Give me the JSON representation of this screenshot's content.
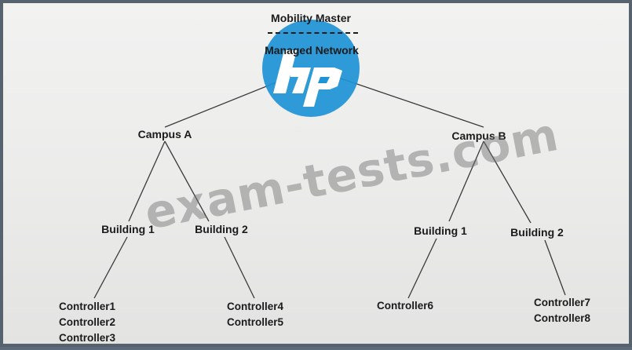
{
  "root": {
    "title": "Mobility Master",
    "subtitle": "Managed Network"
  },
  "campuses": [
    {
      "label": "Campus A",
      "buildings": [
        {
          "label": "Building  1",
          "controllers": [
            "Controller1",
            "Controller2",
            "Controller3"
          ]
        },
        {
          "label": "Building 2",
          "controllers": [
            "Controller4",
            "Controller5"
          ]
        }
      ]
    },
    {
      "label": "Campus B",
      "buildings": [
        {
          "label": "Building 1",
          "controllers": [
            "Controller6"
          ]
        },
        {
          "label": "Building 2",
          "controllers": [
            "Controller7",
            "Controller8"
          ]
        }
      ]
    }
  ],
  "watermark": {
    "text": "exam-tests.com",
    "logo": "hp"
  },
  "colors": {
    "logo_blue": "#1e93d6",
    "line": "#3a3a3a",
    "text": "#1b1b1b"
  }
}
